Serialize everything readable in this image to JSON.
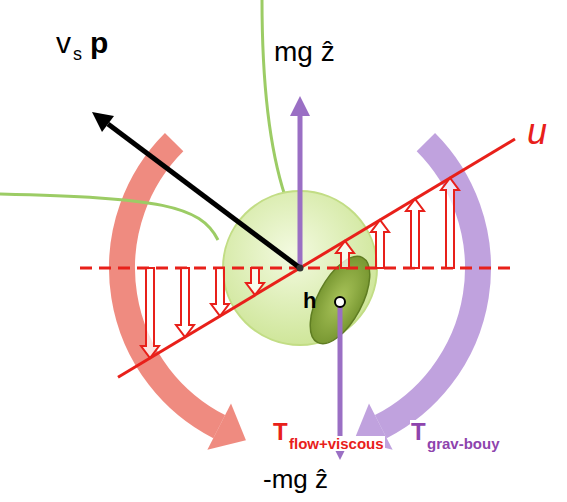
{
  "diagram": {
    "labels": [
      "v",
      "s",
      "p",
      "mg ẑ",
      "u",
      "h",
      "-mg ẑ",
      "T",
      "flow+viscous",
      "T",
      "grav-bouy"
    ]
  }
}
